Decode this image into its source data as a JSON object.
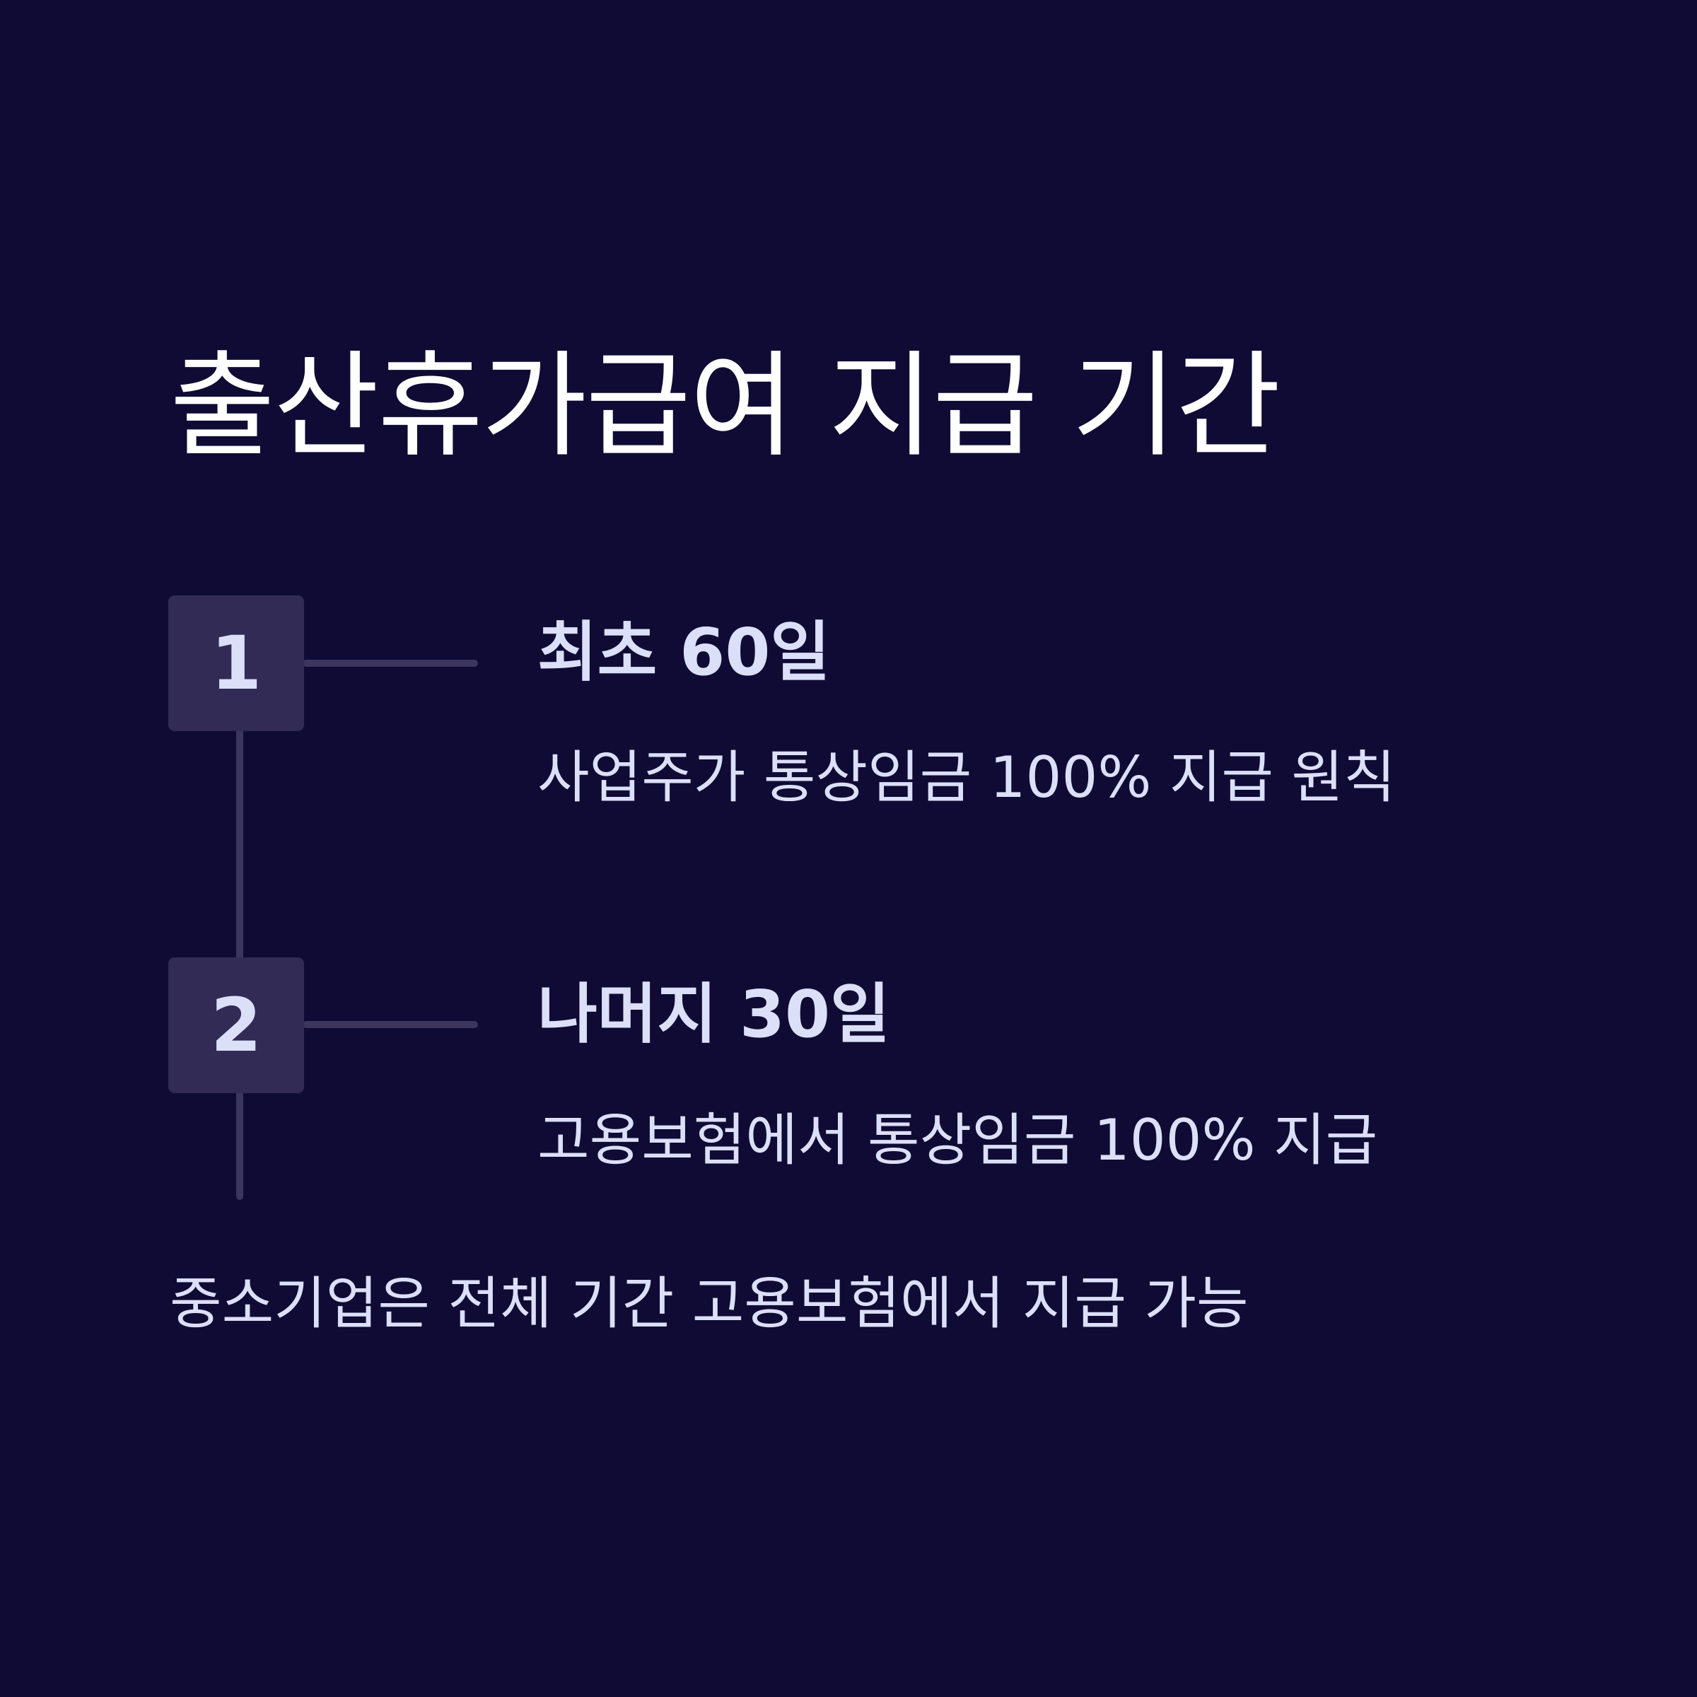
{
  "title": "출산휴가급여 지급 기간",
  "steps": [
    {
      "number": "1",
      "title": "최초 60일",
      "description": "사업주가 통상임금 100% 지급 원칙"
    },
    {
      "number": "2",
      "title": "나머지 30일",
      "description": "고용보험에서 통상임금 100% 지급"
    }
  ],
  "note": "중소기업은 전체 기간 고용보험에서 지급 가능",
  "colors": {
    "background": "#100b34",
    "box": "#312b56",
    "connector": "#3c365e",
    "title_text": "#ffffff",
    "body_text": "#dcdff8"
  }
}
